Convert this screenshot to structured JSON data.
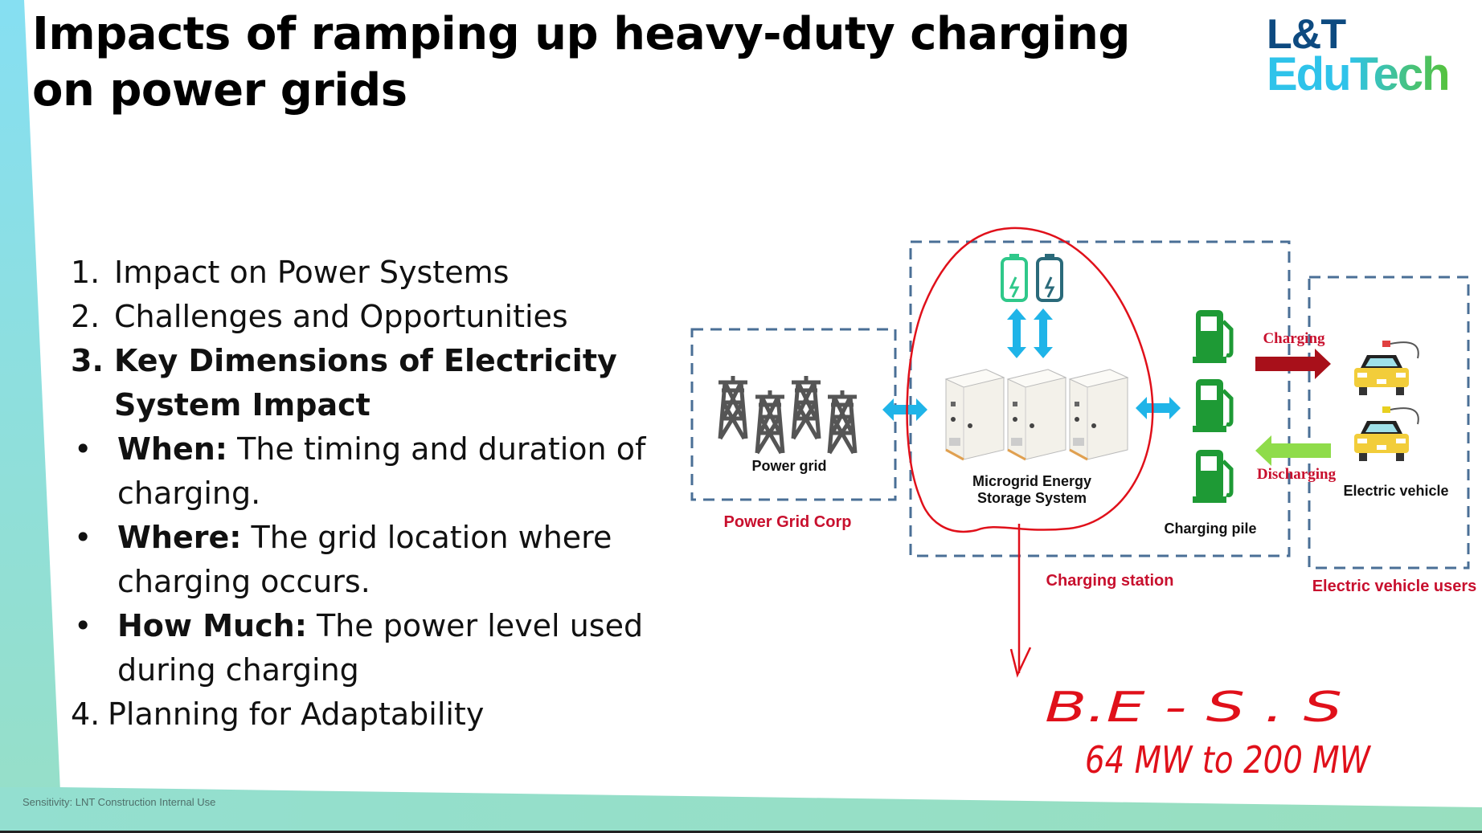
{
  "slide": {
    "title": "Impacts of ramping up heavy-duty charging on power grids",
    "logo": {
      "line1": "L&T",
      "line2": "EduTech"
    },
    "list": [
      {
        "marker": "1.",
        "bold": "",
        "text": "Impact on Power Systems"
      },
      {
        "marker": "2.",
        "bold": "",
        "text": "Challenges and Opportunities"
      },
      {
        "marker": "3.",
        "bold": "Key Dimensions of Electricity System Impact",
        "text": ""
      },
      {
        "marker": "•",
        "bold": "When:",
        "text": " The timing and duration of charging."
      },
      {
        "marker": "•",
        "bold": "Where:",
        "text": " The grid location where charging occurs."
      },
      {
        "marker": "•",
        "bold": "How Much:",
        "text": " The power level used during charging"
      },
      {
        "marker": "4.",
        "bold": "",
        "text": "Planning for Adaptability"
      }
    ],
    "footer": "Sensitivity: LNT Construction Internal Use"
  },
  "diagram": {
    "power_grid": "Power grid",
    "power_grid_corp": "Power Grid Corp",
    "microgrid_line1": "Microgrid Energy",
    "microgrid_line2": "Storage System",
    "charging_pile": "Charging pile",
    "charging_station": "Charging station",
    "charging": "Charging",
    "discharging": "Discharging",
    "electric_vehicle": "Electric vehicle",
    "ev_users": "Electric vehicle users"
  },
  "annotation": {
    "line1": "B.E - S . S",
    "line2": "64 MW to 200 MW"
  },
  "colors": {
    "accent_red": "#c8102e",
    "ink_red": "#e0101a",
    "arrow_blue": "#1fb4e8",
    "pump_green": "#1e9a35",
    "box_dash": "#4a6f96"
  }
}
